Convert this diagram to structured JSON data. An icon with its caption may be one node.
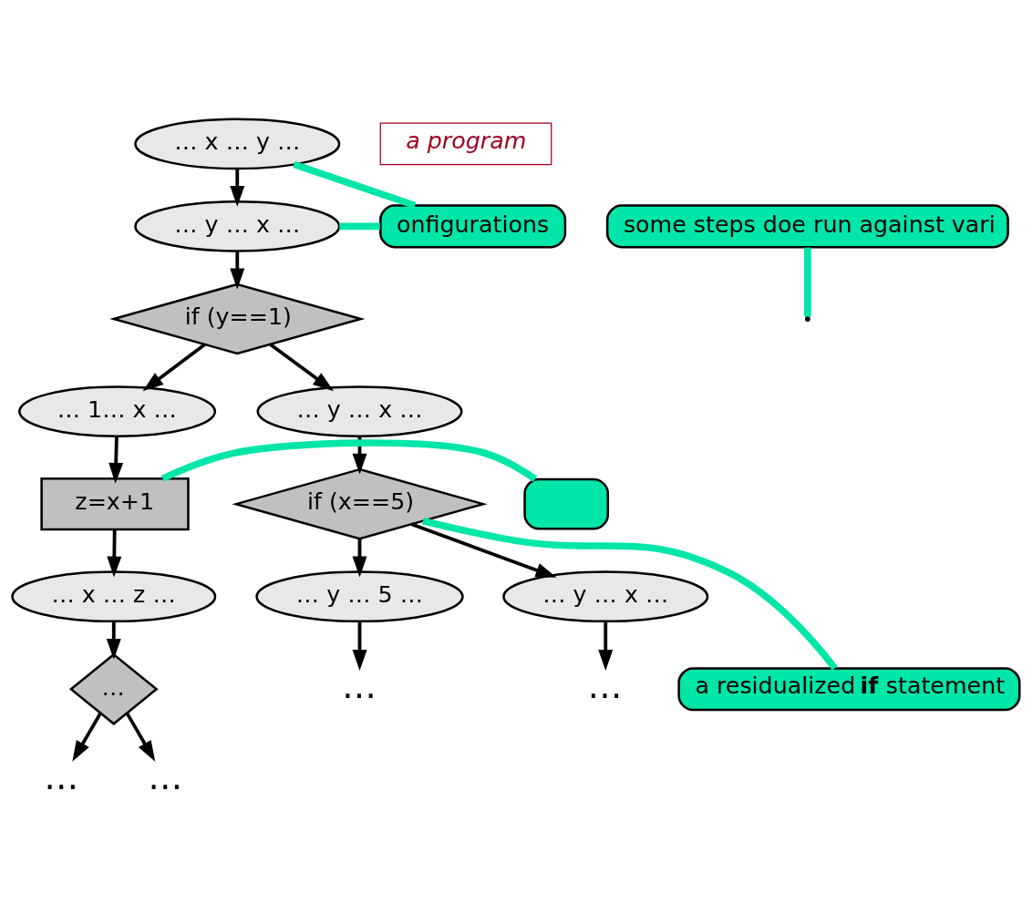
{
  "diagram": {
    "nodes": [
      {
        "text": [
          "… x … y …"
        ]
      },
      {
        "text": [
          "onfigurations"
        ]
      },
      {
        "text": [
          "… y … x …"
        ]
      },
      {
        "text": [
          "some steps doe run against vari"
        ]
      },
      {
        "text": [
          "if (y==1)"
        ]
      },
      {
        "text": [
          "… 1… x …"
        ]
      },
      {
        "text": [
          "… y … x …"
        ]
      },
      {
        "text": [
          "z=x+1"
        ]
      },
      {
        "text": [],
        "shape": "callout"
      },
      {
        "text": [
          "if (x==5)"
        ]
      },
      {
        "text": [
          "… x … z …"
        ]
      },
      {
        "text": [
          "… y … 5 …"
        ]
      },
      {
        "text": [
          "… y … x …"
        ]
      },
      {
        "text": [
          "…"
        ]
      },
      {
        "text": [
          "…"
        ]
      },
      {
        "text": [
          "a residualized **if** statement"
        ]
      },
      {
        "text": [
          "…"
        ]
      },
      {
        "text": [
          "…"
        ]
      },
      {
        "text": [
          "…"
        ]
      },
      {
        "text": [
          "a program"
        ]
      }
    ],
    "edges": [
      {
        "from": 0,
        "to": 2,
        "arrow": "to"
      },
      {
        "from": 2,
        "to": 4,
        "arrow": "to"
      },
      {
        "from": 4,
        "to": 5,
        "arrow": "to"
      },
      {
        "from": 4,
        "to": 6,
        "arrow": "to"
      },
      {
        "from": 5,
        "to": 7,
        "arrow": "to"
      },
      {
        "from": 6,
        "to": 9,
        "arrow": "to"
      },
      {
        "from": 7,
        "to": 10,
        "arrow": "to"
      },
      {
        "from": 9,
        "to": 11,
        "arrow": "to"
      },
      {
        "from": 9,
        "to": 12,
        "arrow": "to"
      },
      {
        "from": 10,
        "to": 16,
        "arrow": "to"
      },
      {
        "from": 11,
        "to": 13,
        "arrow": "to"
      },
      {
        "from": 12,
        "to": 14,
        "arrow": "to"
      },
      {
        "from": 16,
        "to": 17,
        "arrow": "to"
      },
      {
        "from": 16,
        "to": 18,
        "arrow": "to"
      },
      {
        "from": 1,
        "to": 0,
        "arrow": "none",
        "style": "thick",
        "color": "#00e5a8"
      },
      {
        "from": 1,
        "to": 2,
        "arrow": "none",
        "style": "thick",
        "color": "#00e5a8"
      },
      {
        "from": 3,
        "to": null,
        "arrow": "none",
        "style": "thick",
        "color": "#00e5a8"
      },
      {
        "from": 8,
        "to": 7,
        "arrow": "none",
        "style": "thick",
        "color": "#00e5a8"
      },
      {
        "from": 15,
        "to": 9,
        "arrow": "none",
        "style": "thick",
        "color": "#00e5a8"
      }
    ]
  }
}
